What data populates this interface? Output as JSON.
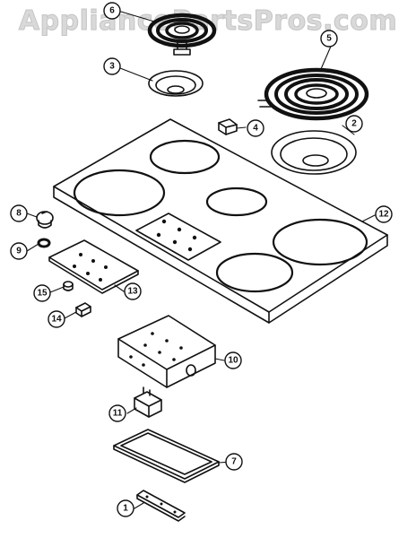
{
  "watermark": "AppliancePartsPros.com",
  "callouts": [
    {
      "id": "6",
      "label": "6"
    },
    {
      "id": "5",
      "label": "5"
    },
    {
      "id": "3",
      "label": "3"
    },
    {
      "id": "4",
      "label": "4"
    },
    {
      "id": "2",
      "label": "2"
    },
    {
      "id": "12",
      "label": "12"
    },
    {
      "id": "8",
      "label": "8"
    },
    {
      "id": "9",
      "label": "9"
    },
    {
      "id": "15",
      "label": "15"
    },
    {
      "id": "13",
      "label": "13"
    },
    {
      "id": "14",
      "label": "14"
    },
    {
      "id": "10",
      "label": "10"
    },
    {
      "id": "11",
      "label": "11"
    },
    {
      "id": "7",
      "label": "7"
    },
    {
      "id": "1",
      "label": "1"
    }
  ],
  "colors": {
    "line": "#111111",
    "watermark": "#d9d9d9"
  }
}
